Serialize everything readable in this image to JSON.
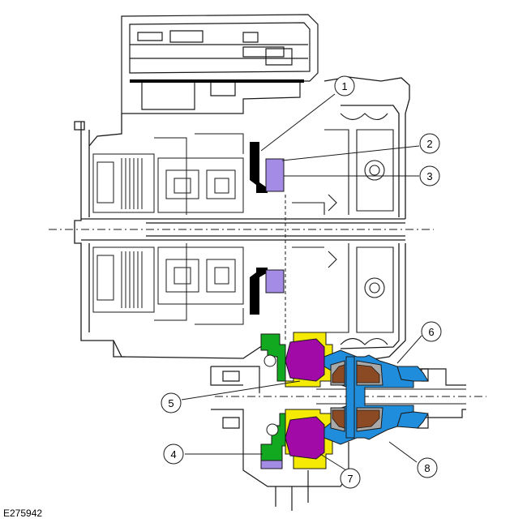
{
  "figure": {
    "id": "E275942"
  },
  "callouts": [
    {
      "number": "1"
    },
    {
      "number": "2"
    },
    {
      "number": "3"
    },
    {
      "number": "4"
    },
    {
      "number": "5"
    },
    {
      "number": "6"
    },
    {
      "number": "7"
    },
    {
      "number": "8"
    }
  ],
  "colors": {
    "outline": "#1a1a1a",
    "lavender": "#a48be6",
    "black_part": "#000000",
    "magenta": "#a20aa8",
    "yellow": "#f4ea05",
    "green": "#12a81f",
    "blue": "#1f8ddc",
    "brown": "#8b4a23",
    "grey": "#a9a9a9"
  }
}
